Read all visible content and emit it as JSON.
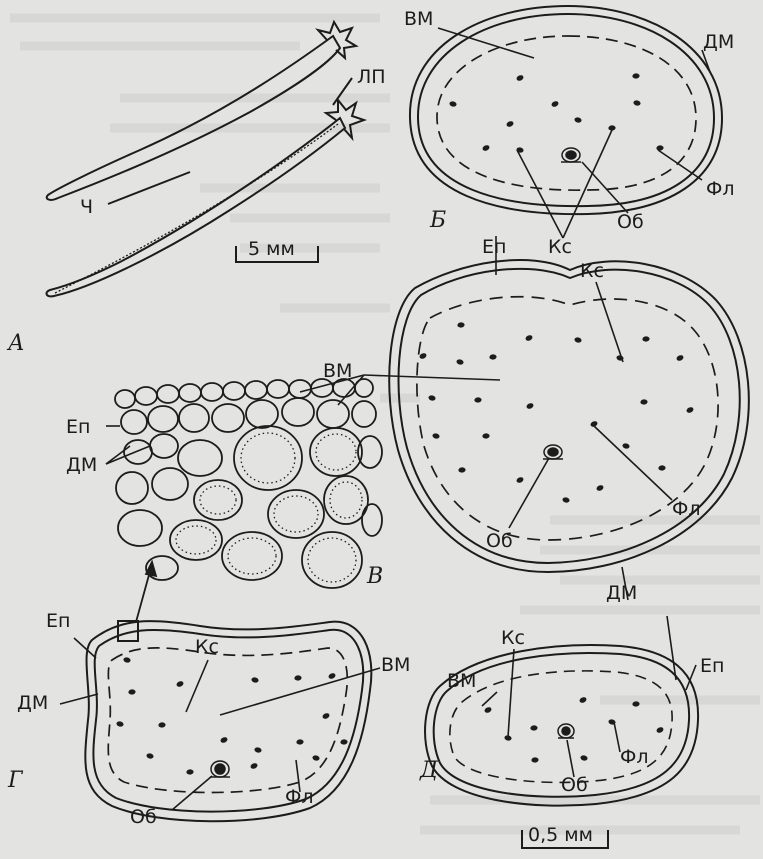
{
  "panels": {
    "A": "А",
    "B": "Б",
    "V": "В",
    "G": "Г",
    "D": "Д"
  },
  "labels": {
    "vm": "ВМ",
    "dm": "ДМ",
    "ep": "Еп",
    "ks": "Кс",
    "fl": "Фл",
    "ob": "Об",
    "ch": "Ч",
    "lp": "ЛП"
  },
  "scales": {
    "five_mm": "5 мм",
    "half_mm": "0,5 мм"
  }
}
